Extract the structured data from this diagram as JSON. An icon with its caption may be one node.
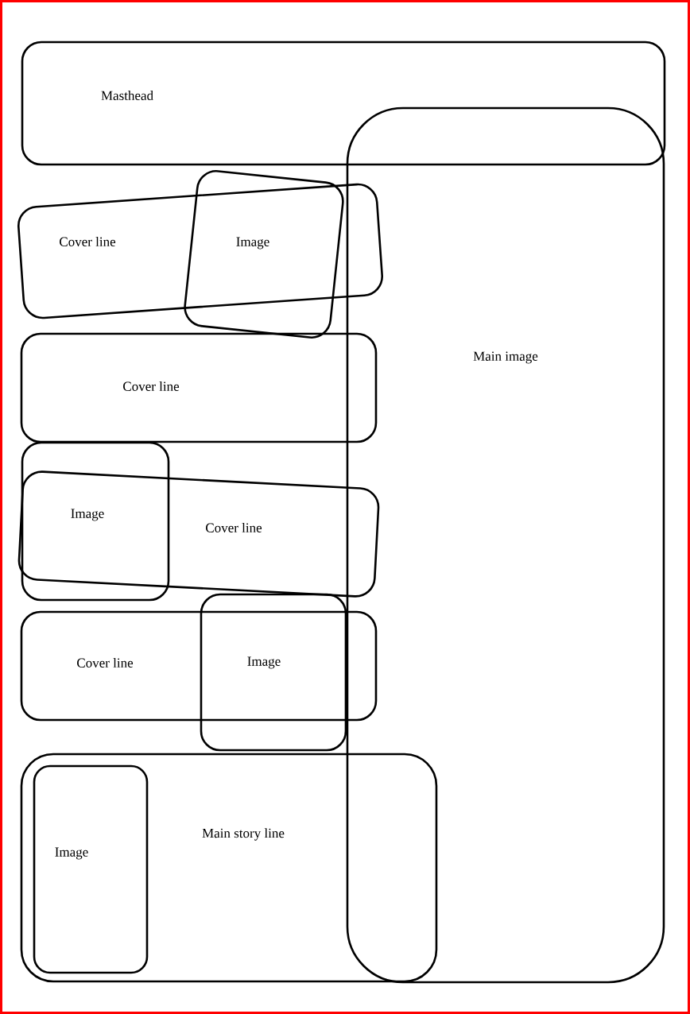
{
  "diagram": {
    "nodes": [
      {
        "text": [
          "Masthead"
        ]
      },
      {
        "text": [
          "Main image"
        ]
      },
      {
        "text": [
          "Cover line"
        ]
      },
      {
        "text": [
          "Image"
        ]
      },
      {
        "text": [
          "Cover line"
        ]
      },
      {
        "text": [
          "Image"
        ]
      },
      {
        "text": [
          "Cover line"
        ]
      },
      {
        "text": [
          "Cover line"
        ]
      },
      {
        "text": [
          "Image"
        ]
      },
      {
        "text": [
          "Main story line"
        ]
      },
      {
        "text": [
          "Image"
        ],
        "in": 9
      }
    ]
  }
}
